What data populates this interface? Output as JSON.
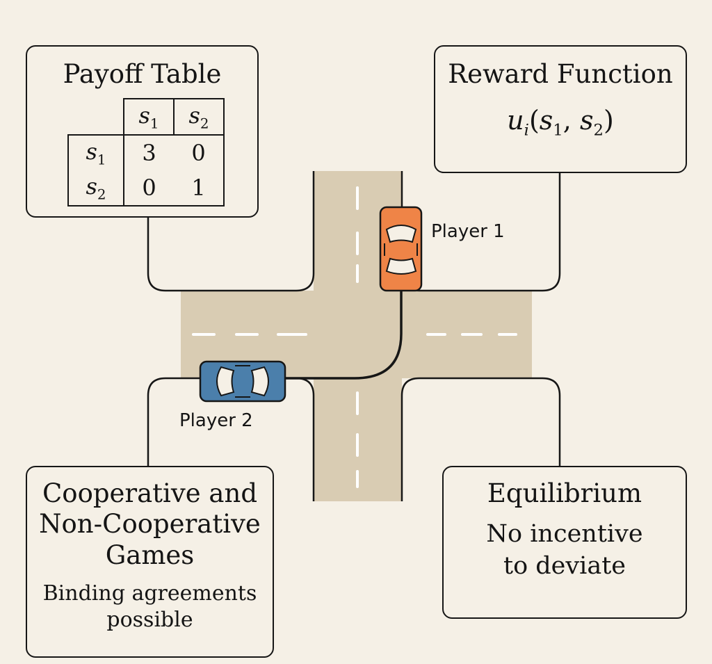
{
  "payoff_table": {
    "title": "Payoff Table",
    "column_headers": [
      {
        "symbol": "s",
        "sub": "1"
      },
      {
        "symbol": "s",
        "sub": "2"
      }
    ],
    "rows": [
      {
        "header": {
          "symbol": "s",
          "sub": "1"
        },
        "values": [
          "3",
          "0"
        ]
      },
      {
        "header": {
          "symbol": "s",
          "sub": "2"
        },
        "values": [
          "0",
          "1"
        ]
      }
    ]
  },
  "reward_function": {
    "title": "Reward Function",
    "formula": {
      "fn": "u",
      "fn_sub": "i",
      "arg1": "s",
      "arg1_sub": "1",
      "arg2": "s",
      "arg2_sub": "2"
    }
  },
  "cooperative_games": {
    "title_line1": "Cooperative and",
    "title_line2": "Non-Cooperative",
    "title_line3": "Games",
    "sub_line1": "Binding agreements",
    "sub_line2": "possible"
  },
  "equilibrium": {
    "title": "Equilibrium",
    "body_line1": "No incentive",
    "body_line2": "to deviate"
  },
  "players": {
    "player1": "Player 1",
    "player2": "Player 2"
  },
  "colors": {
    "background": "#f5f0e6",
    "road": "#d9ccb3",
    "player1_car": "#ef8447",
    "player2_car": "#4b7fab",
    "line": "#161616"
  }
}
